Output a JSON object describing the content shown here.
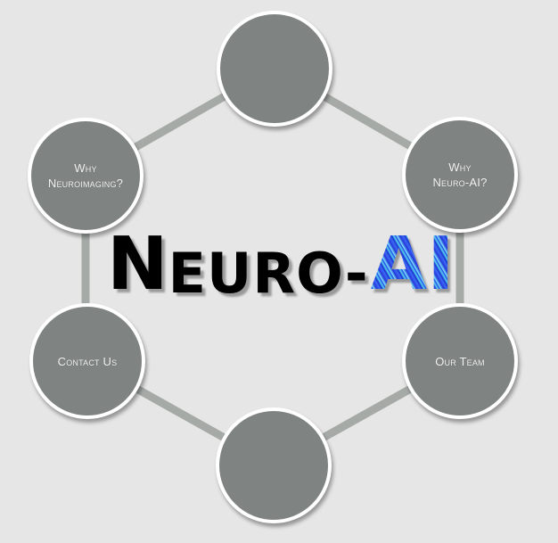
{
  "title": {
    "first_letter": "N",
    "rest": "euro-",
    "highlight": "AI"
  },
  "colors": {
    "background": "#e6e6e6",
    "node_fill": "#7f8482",
    "node_border": "#ffffff",
    "link": "#a5aaa7",
    "label_text": "#f2f4f4",
    "title_text": "#000000",
    "title_highlight": "#2a3ae0"
  },
  "nodes": [
    {
      "id": "top",
      "label": ""
    },
    {
      "id": "upper-right",
      "label": "Why\nNeuro-AI?"
    },
    {
      "id": "lower-right",
      "label": "Our Team"
    },
    {
      "id": "bottom",
      "label": ""
    },
    {
      "id": "lower-left",
      "label": "Contact Us"
    },
    {
      "id": "upper-left",
      "label": "Why\nNeuroimaging?"
    }
  ]
}
